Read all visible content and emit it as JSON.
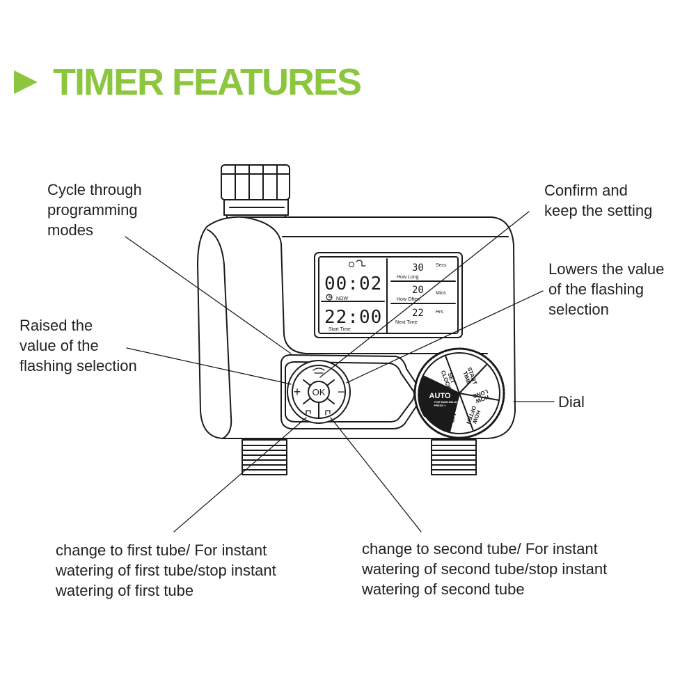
{
  "title": {
    "text": "TIMER FEATURES",
    "accent_color": "#8cc63f"
  },
  "callouts": {
    "cycle_modes": [
      "Cycle through",
      "programming",
      "modes"
    ],
    "confirm": [
      "Confirm and",
      "keep the setting"
    ],
    "lowers": [
      "Lowers the value",
      "of the flashing",
      "selection"
    ],
    "raises": [
      "Raised the",
      "value of the",
      "flashing selection"
    ],
    "dial": "Dial",
    "first_tube": [
      "change to first tube/ For instant",
      "watering of first tube/stop instant",
      "watering of first tube"
    ],
    "second_tube": [
      "change to second tube/ For instant",
      "watering of second tube/stop instant",
      "watering of second tube"
    ]
  },
  "lcd": {
    "now_time": "00:02",
    "now_label": "NOW",
    "start_time": "22:00",
    "start_label": "Start Time",
    "how_long_value": "30",
    "how_long_unit": "Secs",
    "how_long_label": "How Long",
    "how_often_value": "20",
    "how_often_unit": "Mins",
    "how_often_label": "How Often",
    "next_time_value": "22",
    "next_time_unit": "Hrs",
    "next_time_label": "Next Time"
  },
  "buttons": {
    "ok": "OK",
    "plus": "+",
    "minus": "−"
  },
  "dial": {
    "auto": "AUTO",
    "rain_delay": "FOR RAIN DELAY",
    "press": "PRESS +",
    "set_clock": [
      "SET",
      "CLOCK"
    ],
    "start_time": [
      "START",
      "TIME"
    ],
    "how_long": [
      "HOW",
      "LONG"
    ],
    "how_often": [
      "HOW",
      "OFTEN"
    ],
    "off": "OFF"
  }
}
